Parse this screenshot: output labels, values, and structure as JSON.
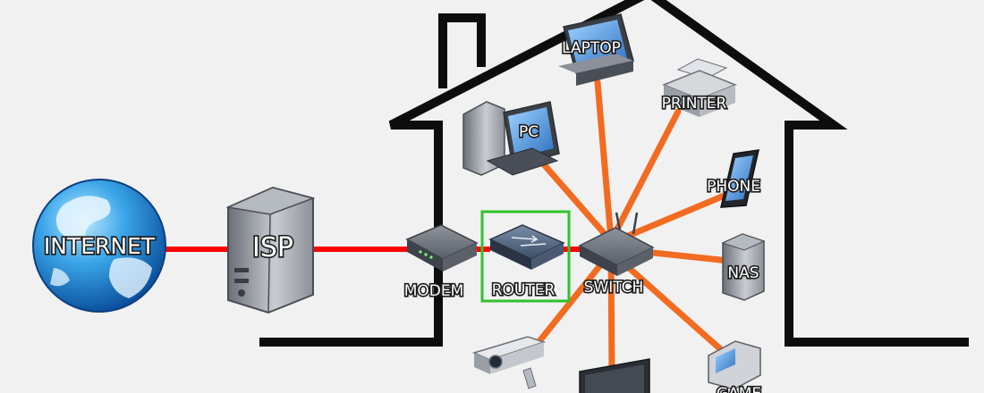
{
  "labels": {
    "internet": "INTERNET",
    "isp": "ISP",
    "modem": "MODEM",
    "router": "ROUTER",
    "switch": "SWITCH",
    "pc": "PC",
    "laptop": "LAPTOP",
    "printer": "PRINTER",
    "phone": "PHONE",
    "nas": "NAS",
    "game": "GAME"
  },
  "colors": {
    "background": "#f1f1f1",
    "house_outline": "#0d0d0d",
    "wan_link": "#ff0000",
    "lan_link": "#f26b21",
    "highlight_box": "#2ec22e"
  },
  "highlighted_node": "router"
}
